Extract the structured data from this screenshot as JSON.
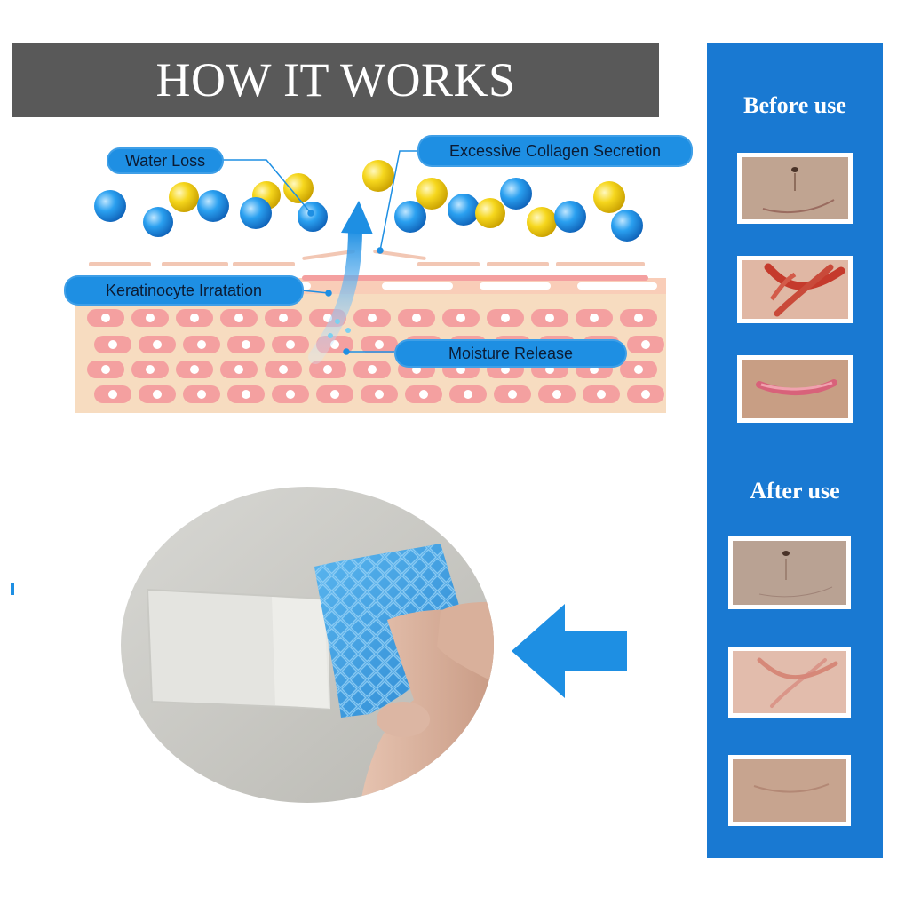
{
  "banner": {
    "title": "HOW IT WORKS"
  },
  "diagram": {
    "labels": {
      "water_loss": "Water Loss",
      "collagen": "Excessive Collagen Secretion",
      "keratinocyte": "Keratinocyte Irratation",
      "moisture": "Moisture Release"
    }
  },
  "side_panel": {
    "before_label": "Before use",
    "after_label": "After use"
  },
  "colors": {
    "accent_blue": "#1979d2",
    "label_blue": "#1e8fe3",
    "banner_gray": "#595959",
    "skin_cell_pink": "#f4a0a0",
    "skin_base": "#f7dcc0",
    "ball_yellow": "#f4d21a",
    "ball_blue": "#1a8be0"
  },
  "icons": {
    "arrow": "left-arrow-icon",
    "up_arrow": "up-arrow-icon"
  }
}
